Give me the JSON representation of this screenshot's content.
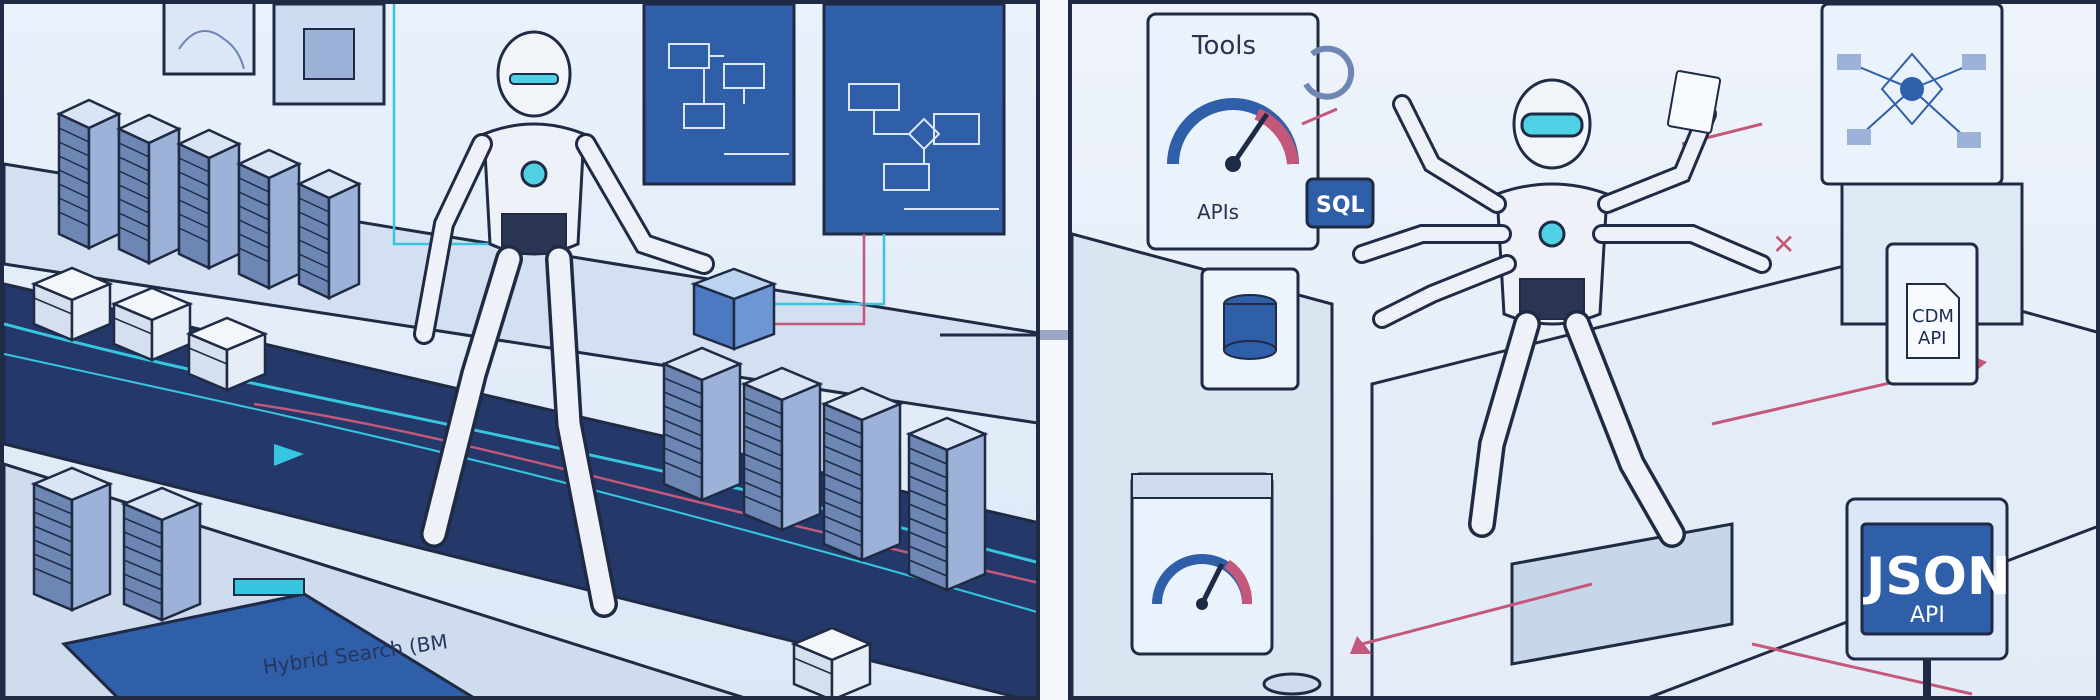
{
  "left_panel": {
    "blueprint_label": "Hybrid Search (BM"
  },
  "right_panel": {
    "tools_panel": {
      "title": "Tools",
      "subtitle": "APIs"
    },
    "sql_badge": "SQL",
    "cdm_card": {
      "line1": "CDM",
      "line2": "API"
    },
    "json_sign": {
      "title": "JSON",
      "subtitle": "API"
    }
  },
  "colors": {
    "outline": "#1f2a44",
    "blueprint": "#2f5fa8",
    "server": "#6e86b4",
    "accent_cyan": "#37c6e0",
    "accent_pink": "#c4587a",
    "robot_eye": "#4fd0e4"
  }
}
